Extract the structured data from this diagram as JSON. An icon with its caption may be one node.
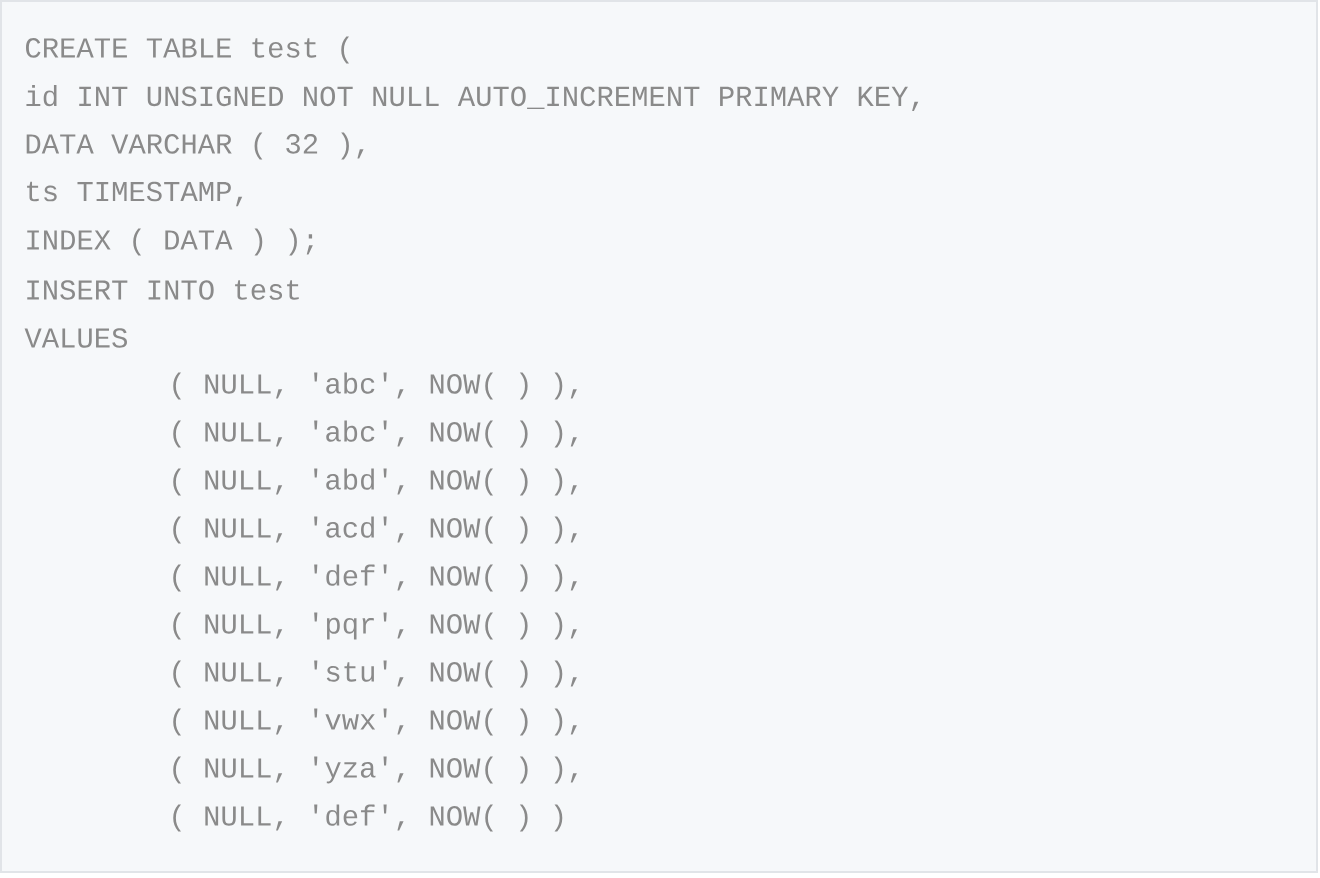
{
  "diagram": {
    "labels": [
      "CREATE TABLE test (",
      "id INT UNSIGNED NOT NULL AUTO_INCREMENT PRIMARY KEY,",
      "DATA VARCHAR ( 32 ),",
      "ts TIMESTAMP,",
      "INDEX ( DATA ) );",
      "INSERT INTO test",
      "VALUES",
      "( NULL, 'abc', NOW( ) ),",
      "( NULL, 'abc', NOW( ) ),",
      "( NULL, 'abd', NOW( ) ),",
      "( NULL, 'acd', NOW( ) ),",
      "( NULL, 'def', NOW( ) ),",
      "( NULL, 'pqr', NOW( ) ),",
      "( NULL, 'stu', NOW( ) ),",
      "( NULL, 'vwx', NOW( ) ),",
      "( NULL, 'yza', NOW( ) ),",
      "( NULL, 'def', NOW( ) )"
    ]
  }
}
